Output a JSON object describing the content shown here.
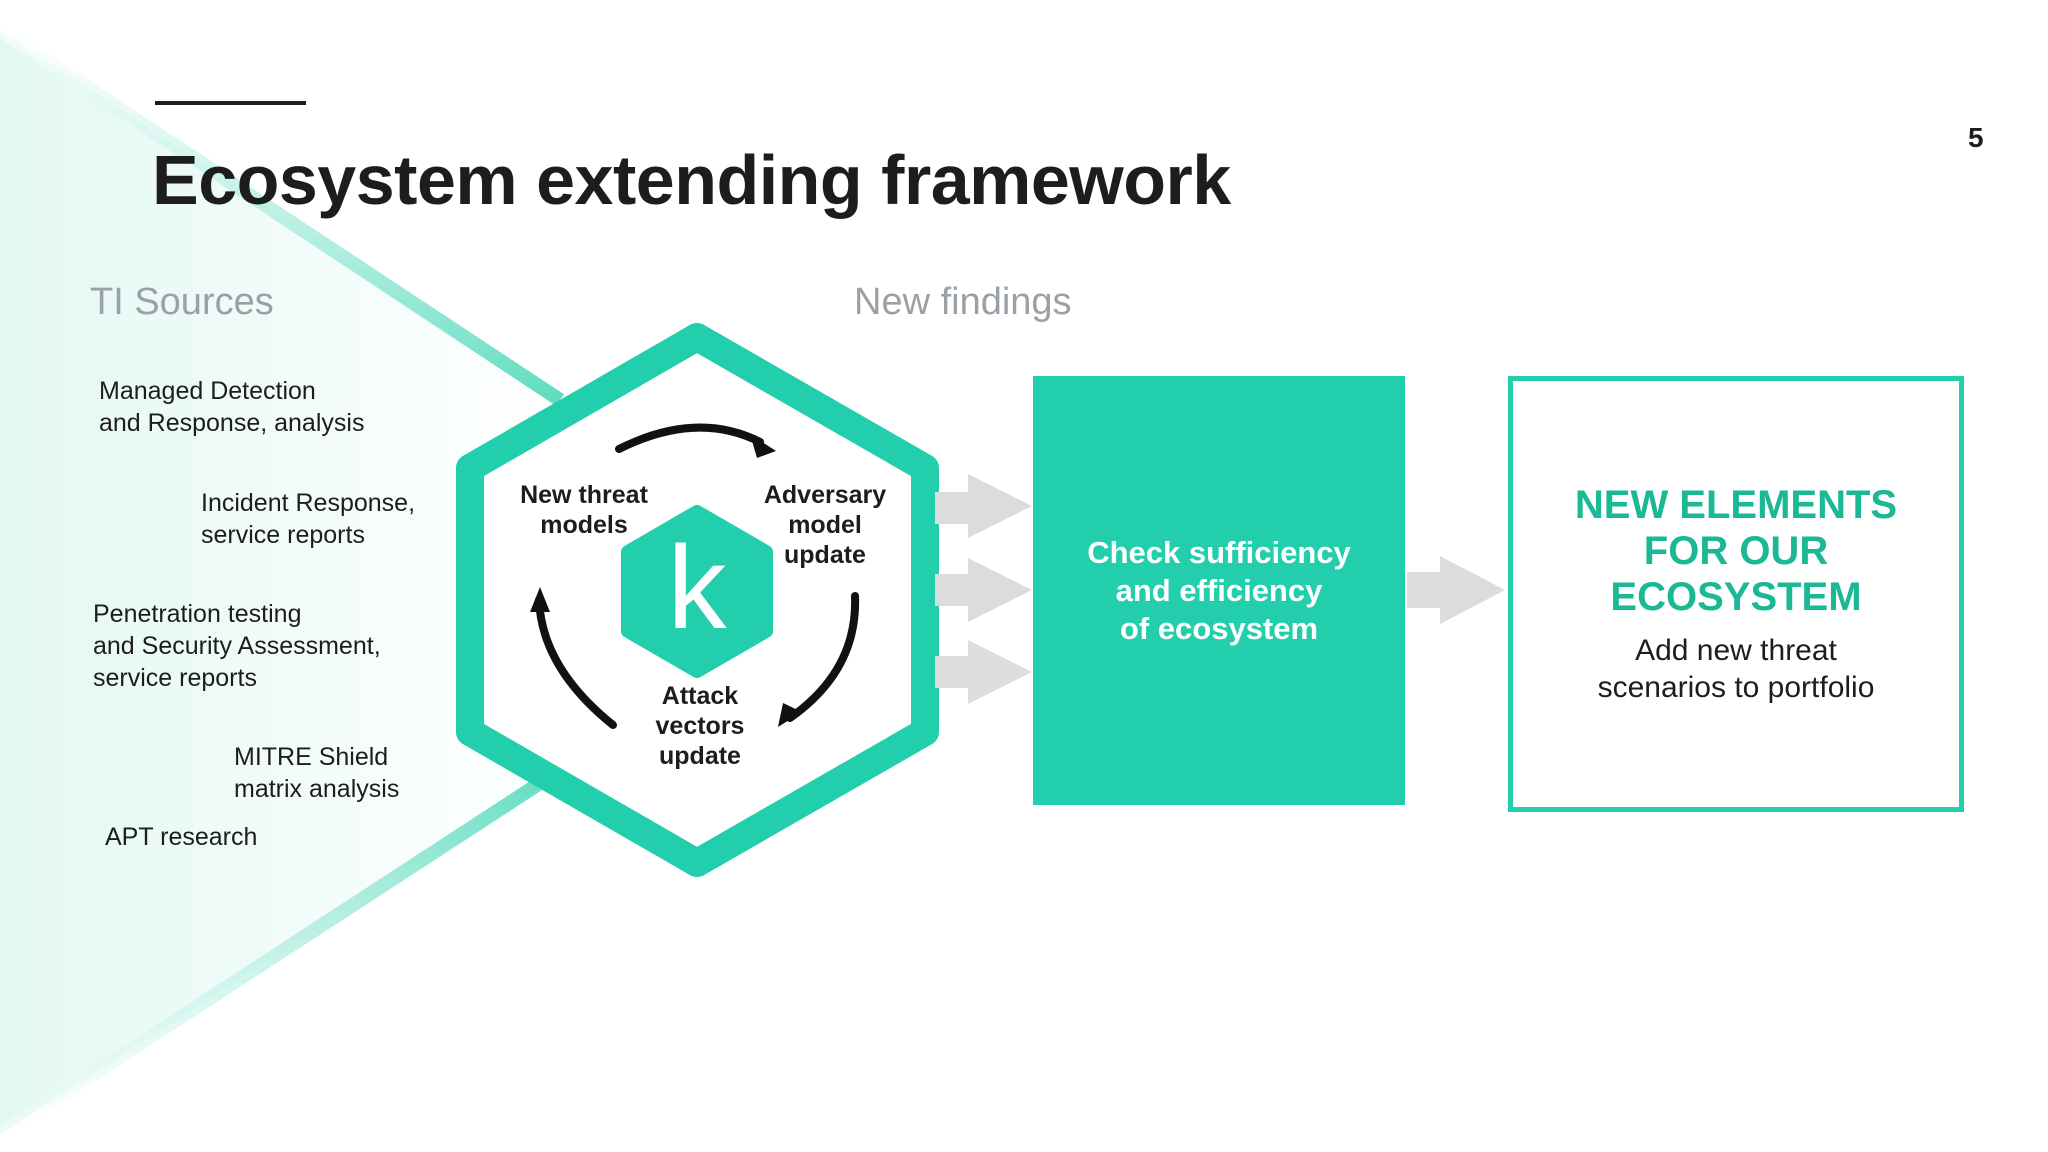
{
  "slide": {
    "title": "Ecosystem extending framework",
    "page_number": "5"
  },
  "sources": {
    "heading": "TI Sources",
    "items": [
      "Managed Detection\nand Response, analysis",
      "Incident Response,\nservice reports",
      "Penetration testing\nand Security Assessment,\nservice reports",
      "MITRE Shield\nmatrix analysis",
      "APT research"
    ]
  },
  "findings": {
    "heading": "New findings"
  },
  "cycle": {
    "logo_letter": "k",
    "steps": [
      "New threat\nmodels",
      "Adversary\nmodel\nupdate",
      "Attack\nvectors\nupdate"
    ]
  },
  "check_box": {
    "text": "Check sufficiency\nand efficiency\nof ecosystem"
  },
  "elements_box": {
    "title": "NEW ELEMENTS\nFOR OUR\nECOSYSTEM",
    "subtitle": "Add new threat\nscenarios to portfolio"
  },
  "colors": {
    "accent": "#23ceac",
    "accent_text": "#1bb895",
    "arrow_gray": "#dcdcdf",
    "text": "#1d1d1b",
    "muted": "#9aa0a6"
  }
}
